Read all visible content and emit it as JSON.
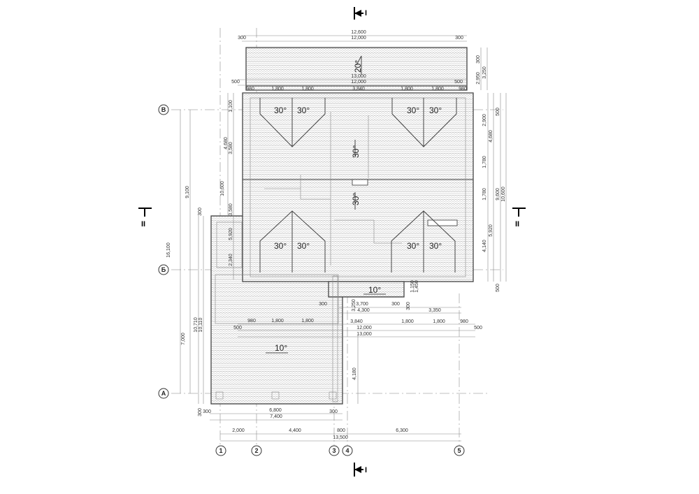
{
  "drawing": {
    "dimension_labels": [
      "12,600",
      "300",
      "12,000",
      "300",
      "13,000",
      "12,000",
      "500",
      "500",
      "980",
      "1,800",
      "1,800",
      "3,840",
      "1,800",
      "1,800",
      "980",
      "300",
      "3,250",
      "2,950",
      "500",
      "2,900",
      "4,680",
      "1,780",
      "1,780",
      "9,600",
      "10,600",
      "5,920",
      "4,140",
      "500",
      "1,100",
      "4,680",
      "3,580",
      "10,600",
      "3,580",
      "300",
      "5,920",
      "2,340",
      "9,100",
      "16,100",
      "7,000",
      "10,710",
      "10,110",
      "300",
      "500",
      "980",
      "1,800",
      "1,800",
      "1,150",
      "1,450",
      "300",
      "3,700",
      "300",
      "300",
      "3,250",
      "4,300",
      "3,350",
      "3,840",
      "1,800",
      "1,800",
      "980",
      "12,000",
      "500",
      "13,000",
      "4,180",
      "300",
      "6,800",
      "300",
      "7,400",
      "2,000",
      "4,400",
      "800",
      "6,300",
      "13,500"
    ],
    "slope_labels": {
      "porch": "20°",
      "dormers": [
        "30°",
        "30°",
        "30°",
        "30°",
        "30°",
        "30°",
        "30°",
        "30°"
      ],
      "valley_upper": "30°",
      "valley_lower": "30°",
      "bay": "10°",
      "terrace": "10°"
    },
    "axes": {
      "columns": [
        "1",
        "2",
        "3",
        "4",
        "5"
      ],
      "rows": [
        "В",
        "Б",
        "А"
      ]
    },
    "section_marks": {
      "horizontal": "I",
      "vertical": "II"
    }
  }
}
